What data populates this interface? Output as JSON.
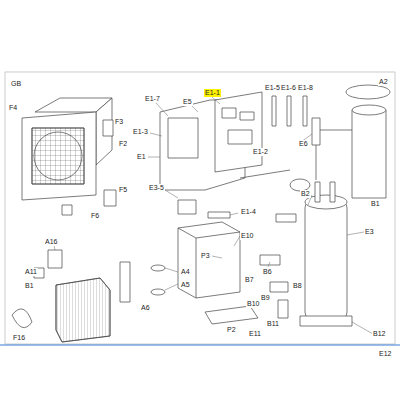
{
  "diagram": {
    "labels": [
      "GB",
      "E1-7",
      "E5",
      "E1-1",
      "E1-5",
      "E1-6",
      "E1-8",
      "A2",
      "F4",
      "E1-3",
      "E1",
      "E1-2",
      "E6",
      "F3",
      "F2",
      "F5",
      "F6",
      "E3-5",
      "E1-4",
      "E10",
      "B1",
      "B2",
      "E3",
      "P3",
      "A16",
      "A4",
      "A5",
      "B6",
      "B7",
      "A11",
      "B1",
      "A6",
      "B8",
      "B9",
      "B10",
      "B11",
      "P2",
      "F16",
      "E11",
      "B12",
      "E12"
    ]
  }
}
